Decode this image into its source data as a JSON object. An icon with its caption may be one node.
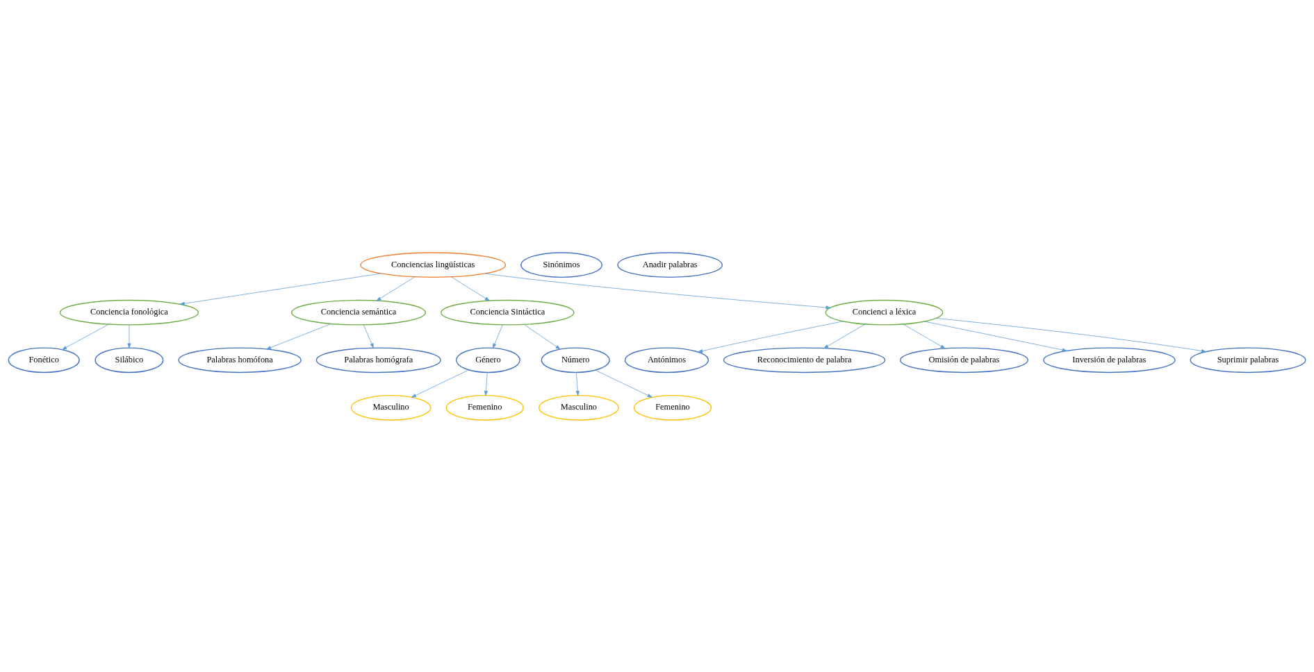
{
  "diagram": {
    "nodes": [
      {
        "text": [
          "Conciencias lingüísticas"
        ]
      },
      {
        "text": [
          "Conciencia fonológica"
        ]
      },
      {
        "text": [
          "Fonético"
        ]
      },
      {
        "text": [
          "Silábico"
        ]
      },
      {
        "text": [
          "Conciencia semántica"
        ]
      },
      {
        "text": [
          "Palabras homófona"
        ]
      },
      {
        "text": [
          "Palabras homógrafa"
        ]
      },
      {
        "text": [
          "Sinónimos"
        ]
      },
      {
        "text": [
          "Antónimos"
        ]
      },
      {
        "text": [
          "Masculino"
        ]
      },
      {
        "text": [
          "Género"
        ]
      },
      {
        "text": [
          "Femenino"
        ]
      },
      {
        "text": [
          "Conciencia Sintáctica"
        ]
      },
      {
        "text": [
          "Reconocimiento de palabra"
        ]
      },
      {
        "text": [
          "Anadir palabras"
        ]
      },
      {
        "text": [
          "Concienci a léxica"
        ]
      },
      {
        "text": [
          "Número"
        ]
      },
      {
        "text": [
          "Omisión de palabras"
        ]
      },
      {
        "text": [
          "Inversión de palabras"
        ]
      },
      {
        "text": [
          "Suprimir palabras"
        ]
      },
      {
        "text": [
          "Masculino"
        ]
      },
      {
        "text": [
          "Femenino"
        ]
      }
    ],
    "edges": [
      {
        "from": 0,
        "to": 1,
        "arrow": "to"
      },
      {
        "from": 0,
        "to": 4,
        "arrow": "to"
      },
      {
        "from": 0,
        "to": 12,
        "arrow": "to"
      },
      {
        "from": 0,
        "to": 15,
        "arrow": "to"
      },
      {
        "from": 1,
        "to": 2,
        "arrow": "to"
      },
      {
        "from": 1,
        "to": 3,
        "arrow": "to"
      },
      {
        "from": 4,
        "to": 5,
        "arrow": "to"
      },
      {
        "from": 4,
        "to": 6,
        "arrow": "to"
      },
      {
        "from": 12,
        "to": 10,
        "arrow": "to"
      },
      {
        "from": 10,
        "to": 9,
        "arrow": "to"
      },
      {
        "from": 10,
        "to": 11,
        "arrow": "to"
      },
      {
        "from": 12,
        "to": 16,
        "arrow": "to"
      },
      {
        "from": 16,
        "to": 20,
        "arrow": "to"
      },
      {
        "from": 16,
        "to": 21,
        "arrow": "to"
      },
      {
        "from": 15,
        "to": 8,
        "arrow": "to"
      },
      {
        "from": 15,
        "to": 13,
        "arrow": "to"
      },
      {
        "from": 15,
        "to": 17,
        "arrow": "to"
      },
      {
        "from": 15,
        "to": 19,
        "arrow": "to"
      },
      {
        "from": 15,
        "to": 18,
        "arrow": "to"
      }
    ]
  }
}
